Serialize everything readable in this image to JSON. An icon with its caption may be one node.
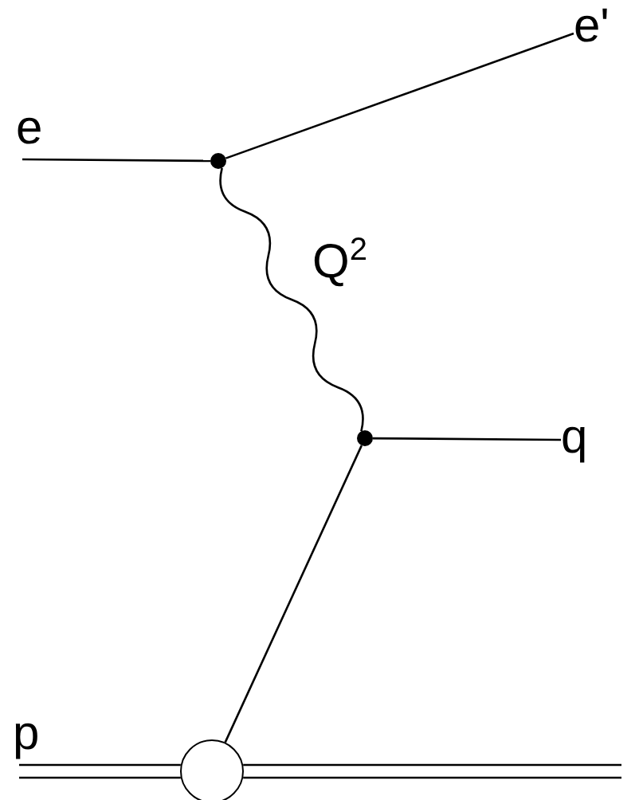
{
  "diagram": {
    "nodes": [
      {
        "text": [
          "e"
        ]
      },
      {
        "text": [],
        "shape": "circle"
      },
      {
        "text": [
          "e'"
        ]
      },
      {
        "text": [],
        "shape": "circle"
      },
      {
        "text": [
          "q"
        ]
      },
      {
        "text": [
          "p"
        ]
      },
      {
        "text": [],
        "shape": "circle"
      }
    ],
    "edges": [
      {
        "from": 0,
        "to": 1,
        "arrow": "none"
      },
      {
        "from": 1,
        "to": 2,
        "arrow": "none"
      },
      {
        "from": 1,
        "to": 3,
        "arrow": "none",
        "label": "Q$^{2}$"
      },
      {
        "from": 3,
        "to": 4,
        "arrow": "none"
      },
      {
        "from": 6,
        "to": 3,
        "arrow": "none"
      },
      {
        "from": 5,
        "to": 6,
        "arrow": "none"
      },
      {
        "from": 6,
        "to": null,
        "arrow": "none"
      }
    ]
  }
}
